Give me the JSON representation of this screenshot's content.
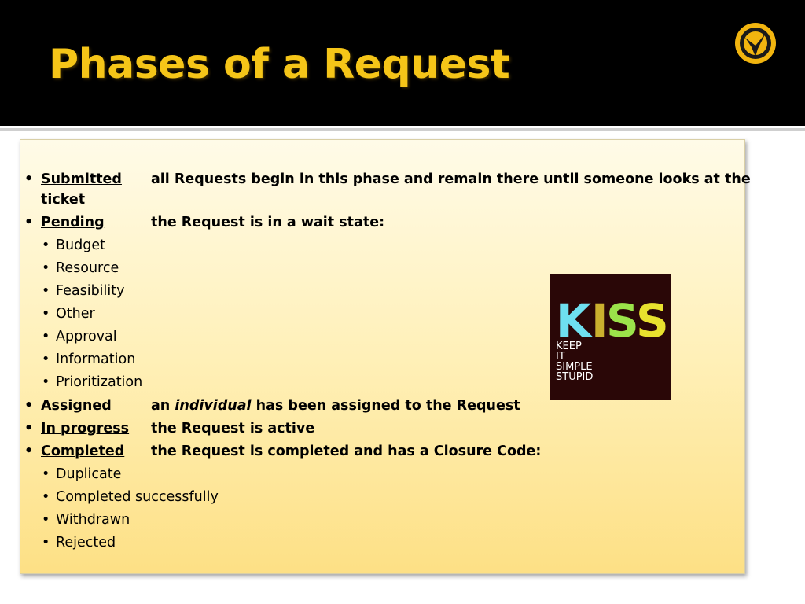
{
  "slide": {
    "title": "Phases of a Request"
  },
  "phases": [
    {
      "term": "Submitted",
      "desc": "all Requests begin in this phase and remain there until someone looks at the",
      "desc_cont": "ticket"
    },
    {
      "term": "Pending",
      "desc": "the Request is in a wait state:"
    },
    {
      "term": "Assigned",
      "desc_pre": "an ",
      "desc_italic": "individual",
      "desc_post": " has been assigned to the Request"
    },
    {
      "term": "In progress",
      "desc": "the Request is active"
    },
    {
      "term": "Completed",
      "desc": " the Request is completed and has a Closure Code:"
    }
  ],
  "pending_reasons": [
    "Budget",
    "Resource",
    "Feasibility",
    "Other",
    "Approval",
    "Information",
    "Prioritization"
  ],
  "closure_codes": [
    "Duplicate",
    "Completed successfully",
    "Withdrawn",
    "Rejected"
  ],
  "kiss_image": {
    "letters": [
      "K",
      "I",
      "S",
      "S"
    ],
    "lines": [
      "KEEP",
      "IT",
      "SIMPLE",
      "STUPID"
    ]
  },
  "bullet_char": "•",
  "colors": {
    "title": "#f5c518",
    "header_bg": "#000000",
    "kiss_bg": "#2a0707",
    "kiss_k": "#6ee0f0",
    "kiss_i": "#cbb02e",
    "kiss_s1": "#9be34a",
    "kiss_s2": "#e8e12e"
  }
}
